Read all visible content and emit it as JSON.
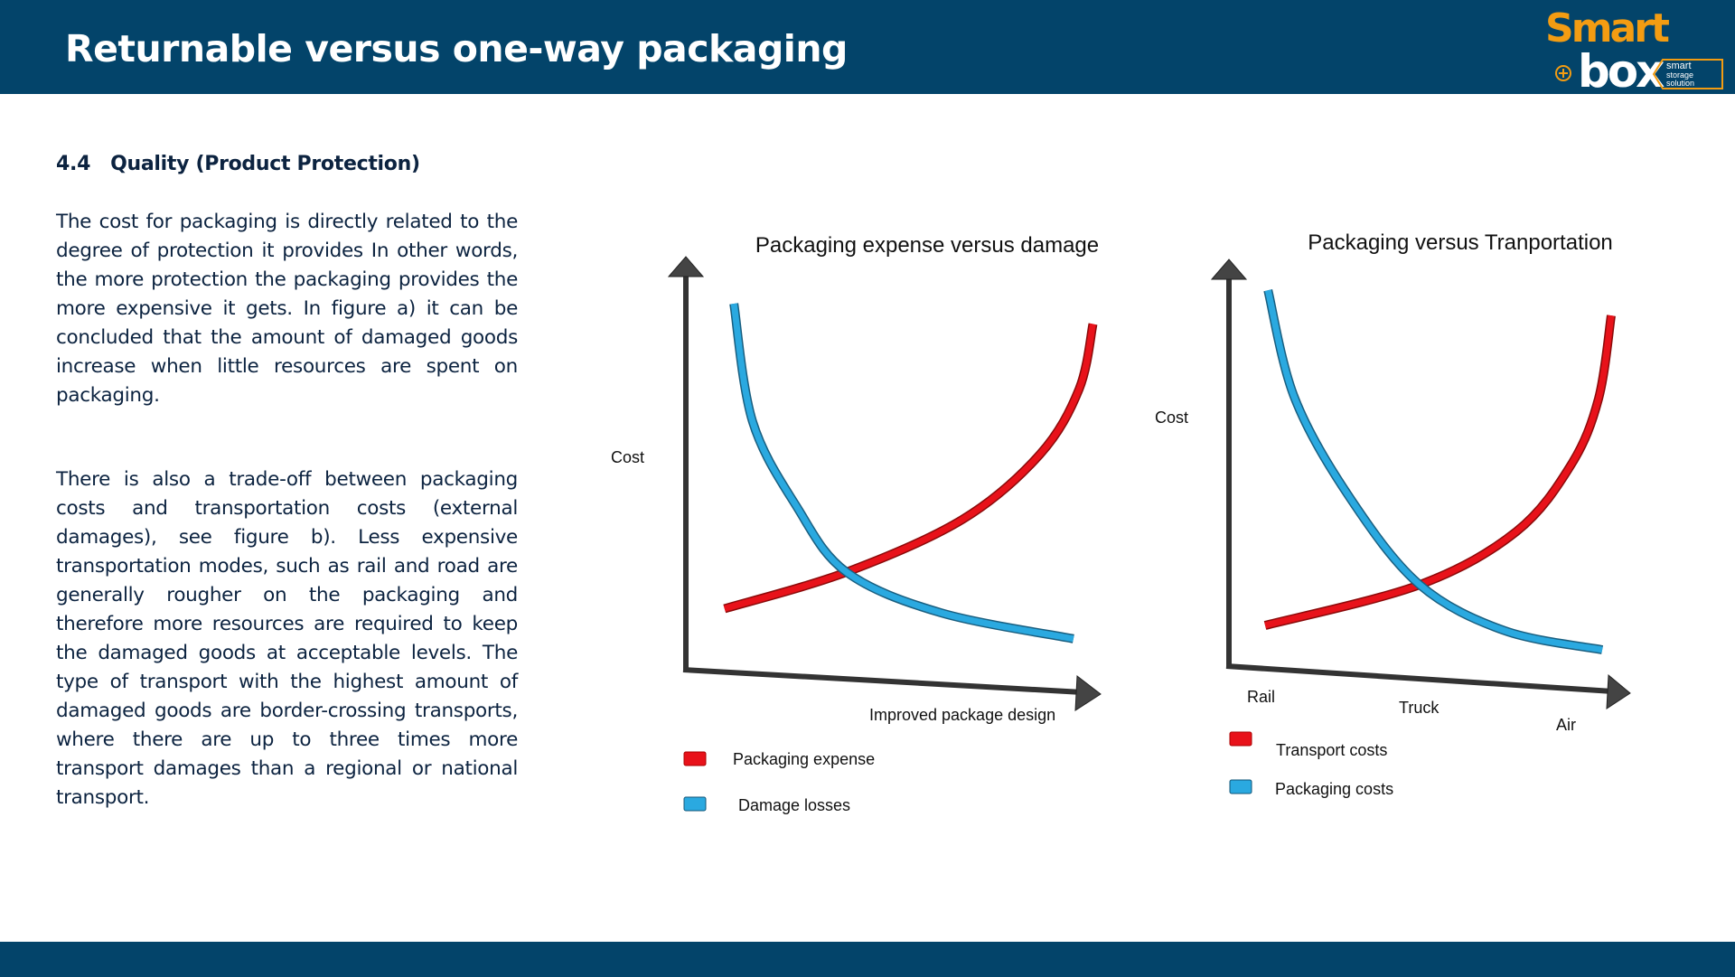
{
  "header": {
    "title": "Returnable versus one-way packaging",
    "logo": {
      "word1": "Smart",
      "word2": "box",
      "tagline": [
        "smart",
        "storage",
        "solution"
      ],
      "brand_color": "#f39c12"
    }
  },
  "section": {
    "number": "4.4",
    "title": "Quality (Product Protection)",
    "paragraphs": [
      "The cost for packaging is directly related to the degree of protection it provides In other words, the more protection the packaging provides the more expensive it gets. In figure a) it can be concluded that the amount of damaged goods increase when little resources are spent on packaging.",
      "There is also a trade-off between packaging costs and transportation costs (external damages), see figure b). Less expensive transportation modes, such as rail and road are generally rougher on the packaging and therefore more resources are required to keep the damaged goods at acceptable levels. The type of transport with the highest amount of damaged goods are border-crossing transports, where there are up to three times more transport damages than a regional or national transport."
    ]
  },
  "chart_data": [
    {
      "type": "line",
      "title": "Packaging expense versus damage",
      "ylabel": "Cost",
      "xlabel": "Improved package design",
      "xlim": [
        0,
        10
      ],
      "ylim": [
        0,
        10
      ],
      "x_tick_labels": [],
      "legend_position": "bottom-left",
      "series": [
        {
          "name": "Packaging expense",
          "color": "#e8121a",
          "points": [
            [
              1.04,
              1.5
            ],
            [
              4.04,
              2.4
            ],
            [
              6.9,
              3.7
            ],
            [
              8.8,
              5.3
            ],
            [
              9.76,
              6.9
            ],
            [
              10.1,
              8.5
            ]
          ]
        },
        {
          "name": "Damage losses",
          "color": "#2aa9e0",
          "points": [
            [
              1.27,
              9.0
            ],
            [
              1.73,
              6.1
            ],
            [
              2.82,
              4.0
            ],
            [
              4.04,
              2.4
            ],
            [
              6.36,
              1.4
            ],
            [
              9.62,
              0.76
            ]
          ]
        }
      ]
    },
    {
      "type": "line",
      "title": "Packaging versus Tranportation",
      "ylabel": "Cost",
      "xlabel": "",
      "xlim": [
        0,
        10
      ],
      "ylim": [
        0,
        10
      ],
      "x_tick_labels": [
        "Rail",
        "Truck",
        "Air"
      ],
      "legend_position": "bottom-left",
      "series": [
        {
          "name": "Transport costs",
          "color": "#e8121a",
          "points": [
            [
              0.89,
              1.0
            ],
            [
              4.69,
              2.0
            ],
            [
              7.07,
              3.31
            ],
            [
              8.42,
              4.96
            ],
            [
              9.09,
              6.58
            ],
            [
              9.4,
              8.62
            ]
          ]
        },
        {
          "name": "Packaging costs",
          "color": "#2aa9e0",
          "points": [
            [
              0.96,
              9.24
            ],
            [
              1.62,
              6.58
            ],
            [
              2.98,
              4.13
            ],
            [
              4.69,
              2.0
            ],
            [
              6.78,
              0.87
            ],
            [
              9.18,
              0.4
            ]
          ]
        }
      ]
    }
  ]
}
